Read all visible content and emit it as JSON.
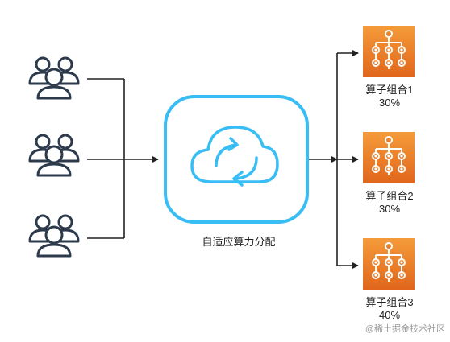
{
  "center": {
    "label": "自适应算力分配",
    "icon": "cloud-sync-icon",
    "color": "#38BDF5"
  },
  "users": [
    {
      "icon": "user-group-icon"
    },
    {
      "icon": "user-group-icon"
    },
    {
      "icon": "user-group-icon"
    }
  ],
  "targets": [
    {
      "label": "算子组合1",
      "percent": "30%",
      "icon": "step-functions-icon"
    },
    {
      "label": "算子组合2",
      "percent": "30%",
      "icon": "step-functions-icon"
    },
    {
      "label": "算子组合3",
      "percent": "40%",
      "icon": "step-functions-icon"
    }
  ],
  "colors": {
    "line": "#222222",
    "tile_top": "#F59B3A",
    "tile_bottom": "#E0661C",
    "user_stroke": "#2C3A4B"
  },
  "watermark": "@稀土掘金技术社区"
}
